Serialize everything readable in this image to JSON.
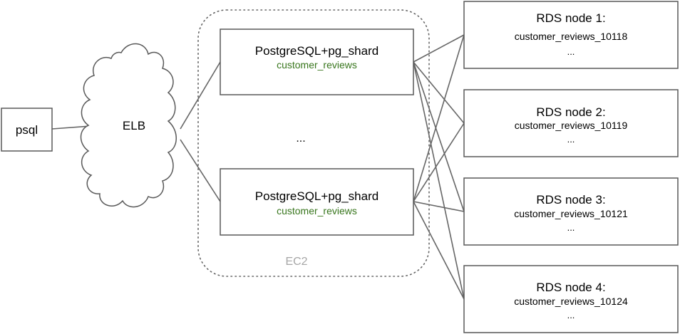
{
  "client": {
    "label": "psql"
  },
  "load_balancer": {
    "label": "ELB"
  },
  "ec2_group": {
    "label": "EC2",
    "middle_ellipsis": "...",
    "coordinators": [
      {
        "title": "PostgreSQL+pg_shard",
        "table": "customer_reviews"
      },
      {
        "title": "PostgreSQL+pg_shard",
        "table": "customer_reviews"
      }
    ]
  },
  "rds_nodes": [
    {
      "title": "RDS node 1:",
      "shard": "customer_reviews_10118",
      "more": "..."
    },
    {
      "title": "RDS node 2:",
      "shard": "customer_reviews_10119",
      "more": "..."
    },
    {
      "title": "RDS node 3:",
      "shard": "customer_reviews_10121",
      "more": "..."
    },
    {
      "title": "RDS node 4:",
      "shard": "customer_reviews_10124",
      "more": "..."
    }
  ],
  "colors": {
    "stroke": "#595959",
    "table_name": "#38761d",
    "group_label": "#a6a6a6"
  }
}
